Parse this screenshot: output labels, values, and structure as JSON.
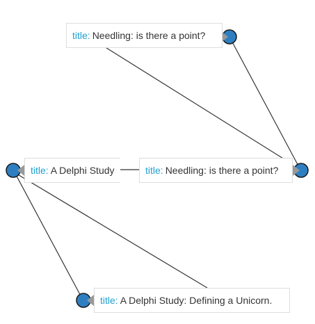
{
  "nodes": [
    {
      "id": "n1",
      "key": "title",
      "value": "Needling: is there a point?"
    },
    {
      "id": "n2",
      "key": "title",
      "value": "Needling: is there a point?"
    },
    {
      "id": "n3",
      "key": "title",
      "value": "A Delphi Study"
    },
    {
      "id": "n4",
      "key": "title",
      "value": "A Delphi Study: Defining a Unicorn."
    }
  ],
  "colors": {
    "key_text": "#1fa0cf",
    "value_text": "#333333",
    "node_fill": "#2e7fc1",
    "node_stroke": "#1a1a1a",
    "edge": "#333333",
    "arrow": "#999999"
  }
}
